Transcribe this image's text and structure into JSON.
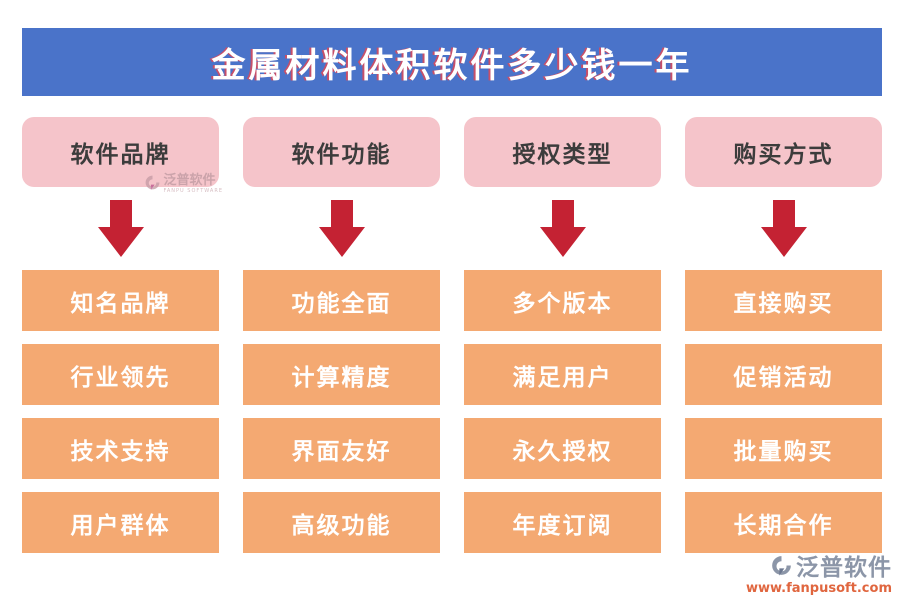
{
  "title": "金属材料体积软件多少钱一年",
  "colors": {
    "banner-blue": "#4a73c9",
    "header-pink": "#f5c4ca",
    "item-orange": "#f4a972",
    "arrow-red": "#c42233",
    "url-orange": "#e0663f"
  },
  "columns": [
    {
      "header": "软件品牌",
      "items": [
        "知名品牌",
        "行业领先",
        "技术支持",
        "用户群体"
      ]
    },
    {
      "header": "软件功能",
      "items": [
        "功能全面",
        "计算精度",
        "界面友好",
        "高级功能"
      ]
    },
    {
      "header": "授权类型",
      "items": [
        "多个版本",
        "满足用户",
        "永久授权",
        "年度订阅"
      ]
    },
    {
      "header": "购买方式",
      "items": [
        "直接购买",
        "促销活动",
        "批量购买",
        "长期合作"
      ]
    }
  ],
  "watermark": {
    "name": "泛普软件",
    "subtext": "FANPU SOFTWARE"
  },
  "brand": {
    "name": "泛普软件",
    "url": "www.fanpusoft.com"
  }
}
